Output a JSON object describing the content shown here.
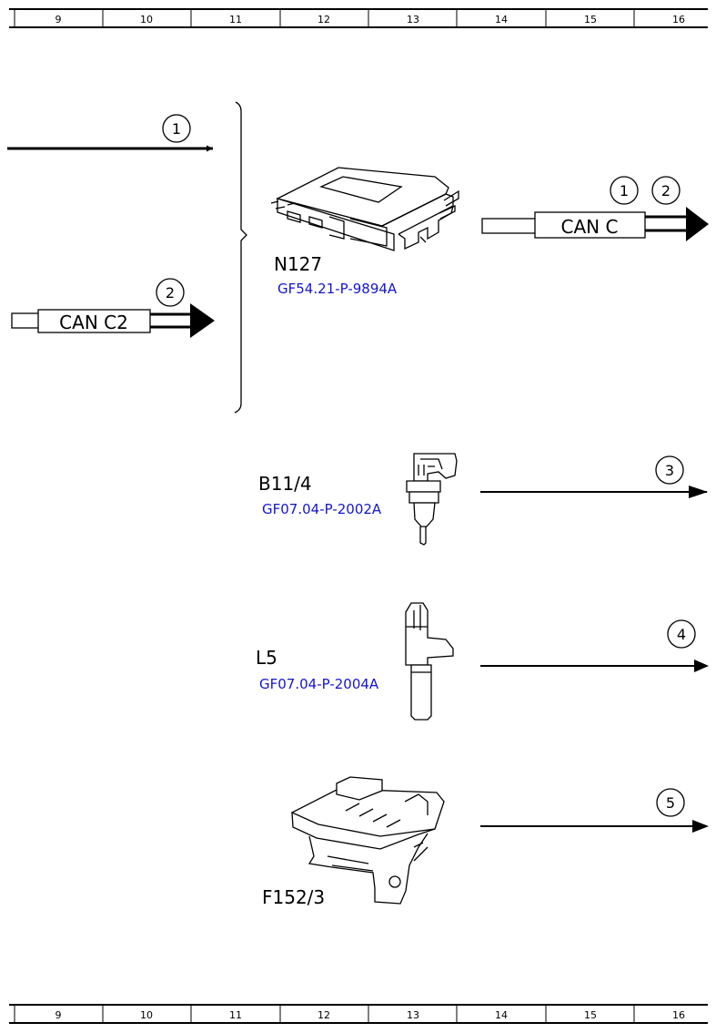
{
  "colors": {
    "line": "#000000",
    "reference_link": "#1515d0",
    "background": "#ffffff"
  },
  "ruler": {
    "cells": [
      "9",
      "10",
      "11",
      "12",
      "13",
      "14",
      "15",
      "16"
    ]
  },
  "components": {
    "n127": {
      "code": "N127",
      "ref": "GF54.21-P-9894A"
    },
    "b11_4": {
      "code": "B11/4",
      "ref": "GF07.04-P-2002A"
    },
    "l5": {
      "code": "L5",
      "ref": "GF07.04-P-2004A"
    },
    "f152_3": {
      "code": "F152/3"
    }
  },
  "buses": {
    "can_c2": "CAN C2",
    "can_c": "CAN C"
  },
  "signals": {
    "s1_in": "1",
    "s2_in": "2",
    "s1_out": "1",
    "s2_out": "2",
    "s3": "3",
    "s4": "4",
    "s5": "5"
  }
}
